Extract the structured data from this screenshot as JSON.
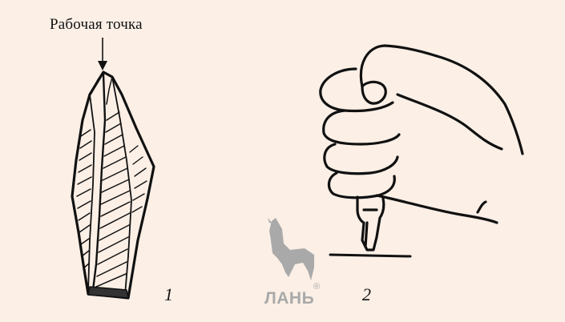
{
  "figure": {
    "caption_label": "Рабочая точка",
    "part1_number": "1",
    "part2_number": "2"
  },
  "watermark": {
    "text": "ЛАНЬ",
    "registered": "®"
  },
  "icons": {
    "tool": "flint-tool-icon",
    "hand": "hand-holding-tool-icon",
    "watermark_logo": "deer-logo-icon"
  },
  "colors": {
    "background": "#fbefe6",
    "ink": "#111111",
    "watermark": "#a9a9a9"
  }
}
